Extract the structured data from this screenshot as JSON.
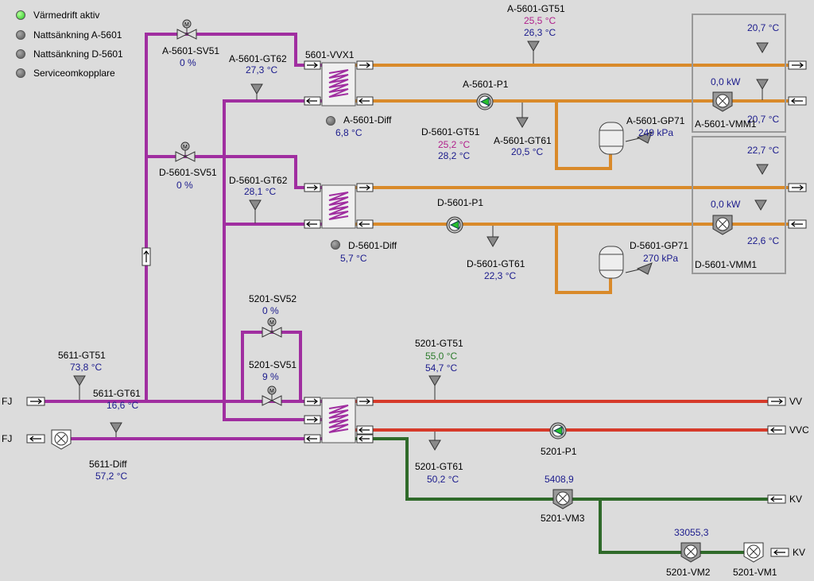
{
  "legend": [
    {
      "label": "Värmedrift aktiv",
      "state": "on"
    },
    {
      "label": "Nattsänkning A-5601",
      "state": "off"
    },
    {
      "label": "Nattsänkning D-5601",
      "state": "off"
    },
    {
      "label": "Serviceomkopplare",
      "state": "off"
    }
  ],
  "colors": {
    "purple": "#a02ea0",
    "orange": "#d98a2a",
    "red": "#d63a2a",
    "green": "#2f6a2a",
    "setpoint": "#b0208c",
    "value": "#1a1a8c",
    "ok": "#2a7a2a"
  },
  "a5601": {
    "sv51_name": "A-5601-SV51",
    "sv51_value": "0 %",
    "gt62_name": "A-5601-GT62",
    "gt62_value": "27,3 °C",
    "vvx_name": "5601-VVX1",
    "gt51_name": "A-5601-GT51",
    "gt51_setpoint": "25,5 °C",
    "gt51_value": "26,3 °C",
    "p1_name": "A-5601-P1",
    "diff_name": "A-5601-Diff",
    "diff_value": "6,8 °C",
    "gt61_name": "A-5601-GT61",
    "gt61_value": "20,5 °C",
    "gp71_name": "A-5601-GP71",
    "gp71_value": "249 kPa",
    "vmm_name": "A-5601-VMM1",
    "vmm_top": "20,7 °C",
    "vmm_power": "0,0 kW",
    "vmm_bottom": "20,7 °C"
  },
  "d5601": {
    "sv51_name": "D-5601-SV51",
    "sv51_value": "0 %",
    "gt62_name": "D-5601-GT62",
    "gt62_value": "28,1 °C",
    "gt51_name": "D-5601-GT51",
    "gt51_setpoint": "25,2 °C",
    "gt51_value": "28,2 °C",
    "p1_name": "D-5601-P1",
    "diff_name": "D-5601-Diff",
    "diff_value": "5,7 °C",
    "gt61_name": "D-5601-GT61",
    "gt61_value": "22,3 °C",
    "gp71_name": "D-5601-GP71",
    "gp71_value": "270 kPa",
    "vmm_name": "D-5601-VMM1",
    "vmm_top": "22,7 °C",
    "vmm_power": "0,0 kW",
    "vmm_bottom": "22,6 °C"
  },
  "s5201": {
    "sv52_name": "5201-SV52",
    "sv52_value": "0 %",
    "sv51_name": "5201-SV51",
    "sv51_value": "9 %",
    "gt51_name": "5201-GT51",
    "gt51_setpoint": "55,0 °C",
    "gt51_value": "54,7 °C",
    "gt61_name": "5201-GT61",
    "gt61_value": "50,2 °C",
    "p1_name": "5201-P1",
    "vm3_name": "5201-VM3",
    "vm3_value": "5408,9",
    "vm2_name": "5201-VM2",
    "vm2_value": "33055,3",
    "vm1_name": "5201-VM1"
  },
  "s5611": {
    "gt51_name": "5611-GT51",
    "gt51_value": "73,8 °C",
    "gt61_name": "5611-GT61",
    "gt61_value": "16,6 °C",
    "diff_name": "5611-Diff",
    "diff_value": "57,2 °C"
  },
  "edges": {
    "fj_in": "FJ",
    "fj_out": "FJ",
    "vv": "VV",
    "vvc": "VVC",
    "kv1": "KV",
    "kv2": "KV"
  }
}
